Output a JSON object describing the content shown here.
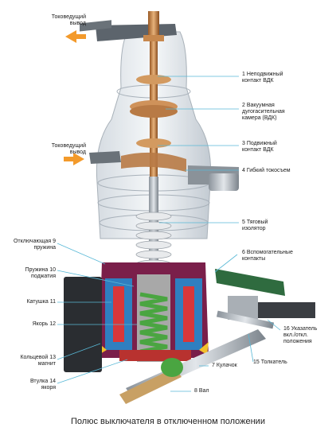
{
  "labels": {
    "tok_top": "Токоведущий\nвывод",
    "tok_mid": "Токоведущий\nвывод",
    "l1": "1 Неподвижный\nконтакт ВДК",
    "l2": "2 Вакуумная\nдугогасительная\nкамера (ВДК)",
    "l3": "3 Подвижный\nконтакт ВДК",
    "l4": "4 Гибкий токосъем",
    "l5": "5 Тяговый\nизолятор",
    "l6": "6 Вспомогательные\nконтакты",
    "l7": "7 Кулачок",
    "l8": "8 Вал",
    "l9": "Отключающая 9\nпружина",
    "l10": "Пружина 10\nподжатия",
    "l11": "Катушка 11",
    "l12": "Якорь 12",
    "l13": "Кольцевой 13\nмагнит",
    "l14": "Втулка 14\nякоря",
    "l15": "15 Толкатель",
    "l16": "16 Указатель\nвкл./откл.\nположения"
  },
  "caption": "Полюс выключателя в отключенном положении",
  "colors": {
    "arrow": "#f39a2b",
    "leader": "#58b8d6",
    "coil": "#2f7fc0",
    "spring": "#4aa541",
    "housing": "#7a1f4a",
    "copper": "#c8874a"
  }
}
